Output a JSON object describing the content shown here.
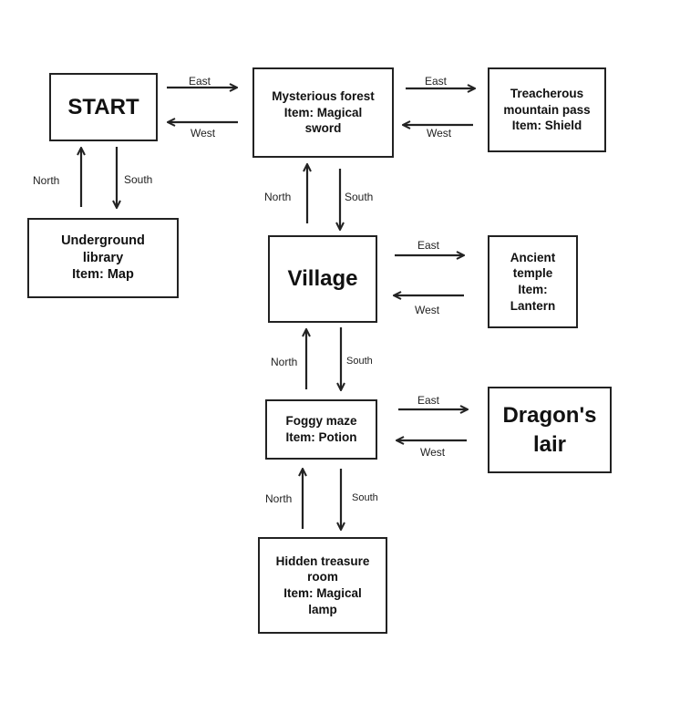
{
  "rooms": {
    "start": "START",
    "forest": "Mysterious  forest\nItem: Magical\nsword",
    "mountain": "Treacherous\nmountain pass\nItem: Shield",
    "library": "Underground\nlibrary\nItem: Map",
    "village": "Village",
    "temple": "Ancient\ntemple\nItem:\nLantern",
    "maze": "Foggy maze\nItem: Potion",
    "dragon": "Dragon's\nlair",
    "treasure": "Hidden treasure\nroom\nItem: Magical\nlamp"
  },
  "directions": {
    "east": "East",
    "west": "West",
    "north": "North",
    "south": "South"
  },
  "colors": {
    "stroke": "#222222",
    "background": "#ffffff"
  }
}
